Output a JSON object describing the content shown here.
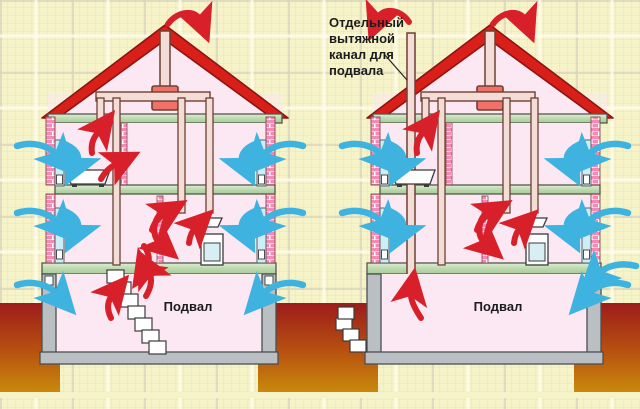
{
  "diagram": {
    "title_note": "Отдельный вытяжной канал для подвала",
    "annotation_lines": [
      "Отдельный",
      "вытяжной",
      "канал для",
      "подвала"
    ],
    "basement_label_left": "Подвал",
    "basement_label_right": "Подвал",
    "label_font_size": 13
  },
  "colors": {
    "background": "#f6f2c8",
    "grid_line": "#ded7b0",
    "grid_line_strong": "#cfc9b4",
    "roof_red": "#d81f19",
    "roof_red_dark": "#a81410",
    "wall_interior": "#fbe8f3",
    "wall_interior_line": "#8b5a4a",
    "brick_pink": "#f7a8c4",
    "brick_white": "#ffffff",
    "slab_green": "#c5debb",
    "slab_green_dark": "#8fb184",
    "duct_blue": "#cceef7",
    "arrow_blue": "#3fb3e0",
    "arrow_red": "#d8202a",
    "pipe_fill": "#f3ddd6",
    "pipe_stroke": "#6d4034",
    "chimney_cap": "#f2706a",
    "soil_top": "#9d1b1b",
    "soil_bottom": "#c8860f",
    "foundation": "#b9bfc2",
    "foundation_line": "#4a4f52",
    "appliance_white": "#fdfdfd",
    "appliance_line": "#3b3b3b",
    "stove_glass": "#d8eef5",
    "text": "#1c1c1c"
  },
  "houses": [
    {
      "id": "left-house",
      "name": "house-without-basement-duct",
      "has_separate_basement_duct": false,
      "basement_label": "Подвал",
      "floors": [
        "attic",
        "upper-floor",
        "ground-floor",
        "basement"
      ],
      "fixtures": [
        "bathtub",
        "range-hood",
        "stove",
        "staircase"
      ],
      "exhaust_arrows": 1,
      "supply_arrows": 6
    },
    {
      "id": "right-house",
      "name": "house-with-basement-duct",
      "has_separate_basement_duct": true,
      "basement_label": "Подвал",
      "floors": [
        "attic",
        "upper-floor",
        "ground-floor",
        "basement"
      ],
      "fixtures": [
        "bathtub",
        "range-hood",
        "stove",
        "staircase"
      ],
      "exhaust_arrows": 2,
      "supply_arrows": 7
    }
  ]
}
